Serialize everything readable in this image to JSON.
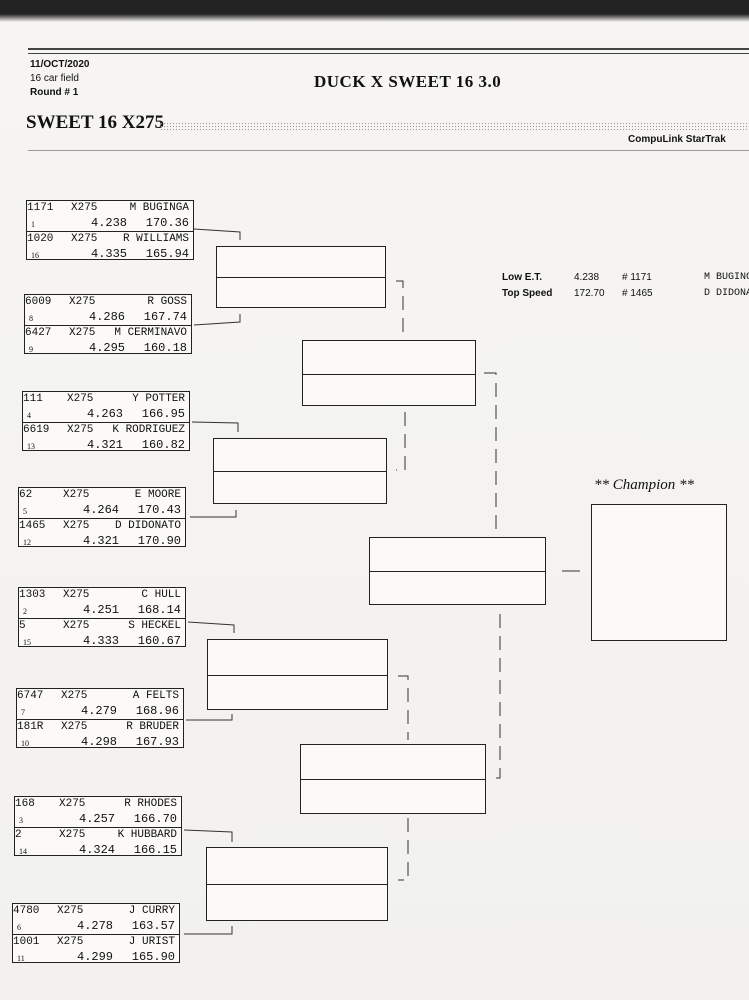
{
  "header": {
    "date": "11/OCT/2020",
    "field": "16 car field",
    "round": "Round # 1",
    "title": "DUCK X SWEET 16 3.0",
    "subtitle": "SWEET 16 X275",
    "brand": "CompuLink StarTrak"
  },
  "stats": {
    "low_et": {
      "label": "Low  E.T.",
      "value": "4.238",
      "car": "# 1171",
      "driver": "M BUGINGA"
    },
    "top_speed": {
      "label": "Top Speed",
      "value": "172.70",
      "car": "# 1465",
      "driver": "D DIDONATO"
    }
  },
  "champion_label": "** Champion **",
  "pairs": [
    {
      "a": {
        "num": "1171",
        "cls": "X275",
        "name": "M BUGINGA",
        "seed": "1",
        "et": "4.238",
        "spd": "170.36"
      },
      "b": {
        "num": "1020",
        "cls": "X275",
        "name": "R WILLIAMS",
        "seed": "16",
        "et": "4.335",
        "spd": "165.94"
      }
    },
    {
      "a": {
        "num": "6009",
        "cls": "X275",
        "name": "R GOSS",
        "seed": "8",
        "et": "4.286",
        "spd": "167.74"
      },
      "b": {
        "num": "6427",
        "cls": "X275",
        "name": "M CERMINAVO",
        "seed": "9",
        "et": "4.295",
        "spd": "160.18"
      }
    },
    {
      "a": {
        "num": "111",
        "cls": "X275",
        "name": "Y POTTER",
        "seed": "4",
        "et": "4.263",
        "spd": "166.95"
      },
      "b": {
        "num": "6619",
        "cls": "X275",
        "name": "K RODRIGUEZ",
        "seed": "13",
        "et": "4.321",
        "spd": "160.82"
      }
    },
    {
      "a": {
        "num": "62",
        "cls": "X275",
        "name": "E MOORE",
        "seed": "5",
        "et": "4.264",
        "spd": "170.43"
      },
      "b": {
        "num": "1465",
        "cls": "X275",
        "name": "D DIDONATO",
        "seed": "12",
        "et": "4.321",
        "spd": "170.90"
      }
    },
    {
      "a": {
        "num": "1303",
        "cls": "X275",
        "name": "C HULL",
        "seed": "2",
        "et": "4.251",
        "spd": "168.14"
      },
      "b": {
        "num": "5",
        "cls": "X275",
        "name": "S HECKEL",
        "seed": "15",
        "et": "4.333",
        "spd": "160.67"
      }
    },
    {
      "a": {
        "num": "6747",
        "cls": "X275",
        "name": "A FELTS",
        "seed": "7",
        "et": "4.279",
        "spd": "168.96"
      },
      "b": {
        "num": "181R",
        "cls": "X275",
        "name": "R BRUDER",
        "seed": "10",
        "et": "4.298",
        "spd": "167.93"
      }
    },
    {
      "a": {
        "num": "168",
        "cls": "X275",
        "name": "R RHODES",
        "seed": "3",
        "et": "4.257",
        "spd": "166.70"
      },
      "b": {
        "num": "2",
        "cls": "X275",
        "name": "K HUBBARD",
        "seed": "14",
        "et": "4.324",
        "spd": "166.15"
      }
    },
    {
      "a": {
        "num": "4780",
        "cls": "X275",
        "name": "J CURRY",
        "seed": "6",
        "et": "4.278",
        "spd": "163.57"
      },
      "b": {
        "num": "1001",
        "cls": "X275",
        "name": "J URIST",
        "seed": "11",
        "et": "4.299",
        "spd": "165.90"
      }
    }
  ]
}
